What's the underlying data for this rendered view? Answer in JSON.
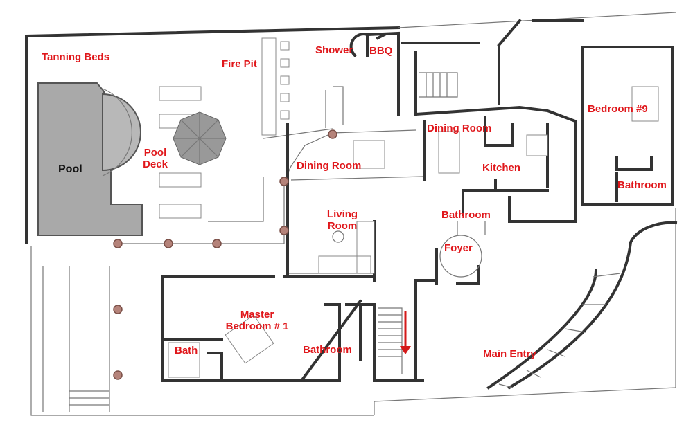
{
  "title": "House floor plan",
  "colors": {
    "label": "#e0171b",
    "pool": "#a9a9a9",
    "wall": "#333333",
    "column": "#b5837a"
  },
  "labels": {
    "tanning_beds": "Tanning Beds",
    "fire_pit": "Fire Pit",
    "shower": "Shower",
    "bbq": "BBQ",
    "pool": "Pool",
    "pool_deck": "Pool Deck",
    "dining_room_outdoor": "Dining Room",
    "dining_room": "Dining Room",
    "kitchen": "Kitchen",
    "bedroom_9": "Bedroom #9",
    "bathroom_bedroom_9": "Bathroom",
    "bathroom_kitchen": "Bathroom",
    "living_room": "Living Room",
    "foyer": "Foyer",
    "master_bedroom": "Master Bedroom # 1",
    "bath": "Bath",
    "bathroom_master": "Bathroom",
    "main_entry": "Main Entry"
  }
}
